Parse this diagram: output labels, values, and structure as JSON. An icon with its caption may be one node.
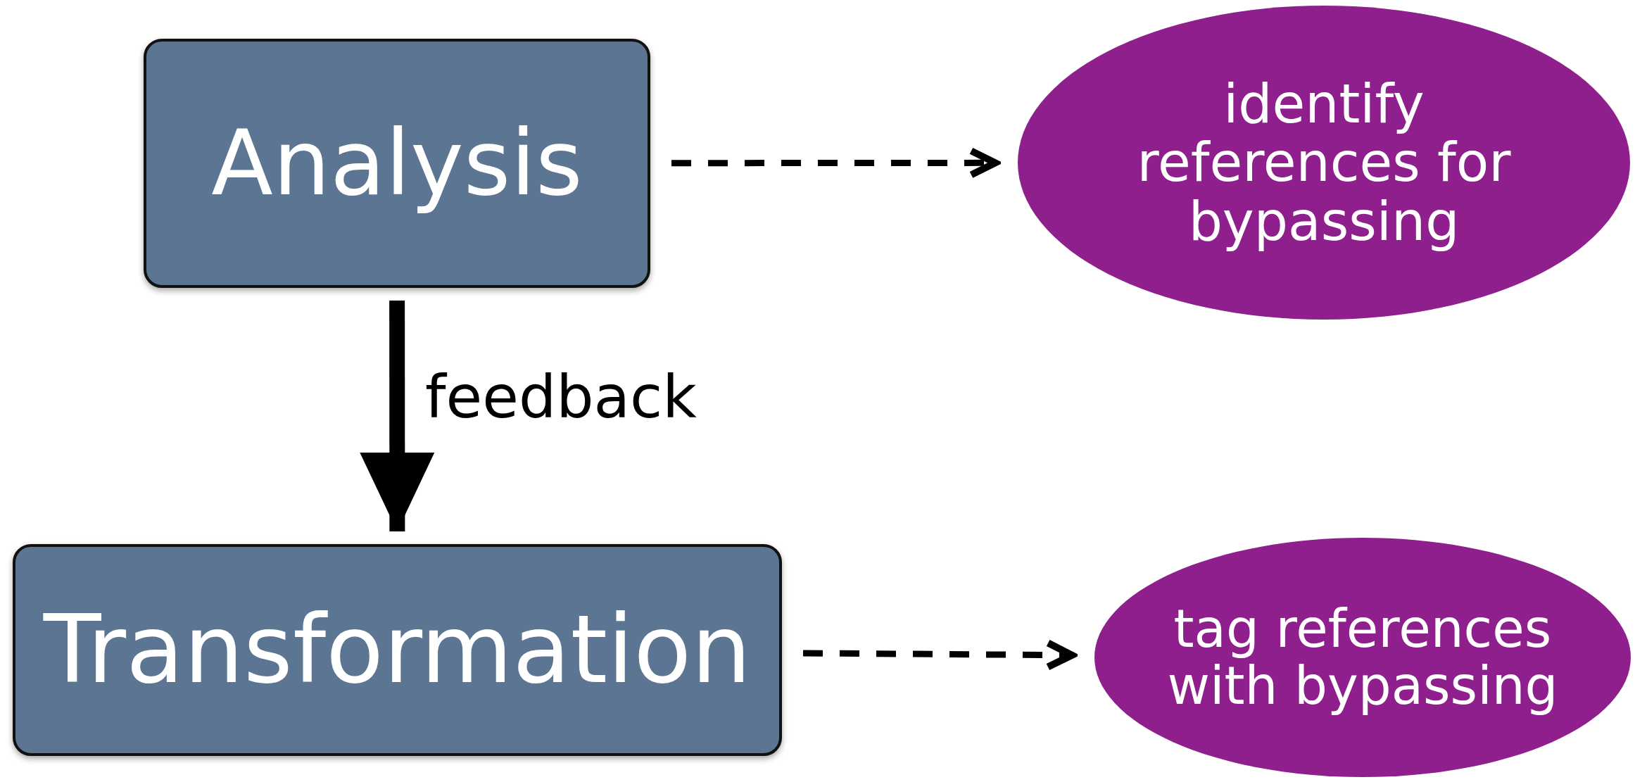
{
  "diagram": {
    "nodes": [
      {
        "text": [
          "Analysis"
        ]
      },
      {
        "text": [
          "identify references for bypassing"
        ]
      },
      {
        "text": [
          "Transformation"
        ]
      },
      {
        "text": [
          "tag references with bypassing"
        ]
      }
    ],
    "edges": [
      {
        "from": 0,
        "to": 1,
        "arrow": "to",
        "style": "dashed"
      },
      {
        "from": 0,
        "to": 2,
        "arrow": "to",
        "style": "thick",
        "label": "feedback"
      },
      {
        "from": 2,
        "to": 3,
        "arrow": "to",
        "style": "dashed"
      }
    ]
  }
}
